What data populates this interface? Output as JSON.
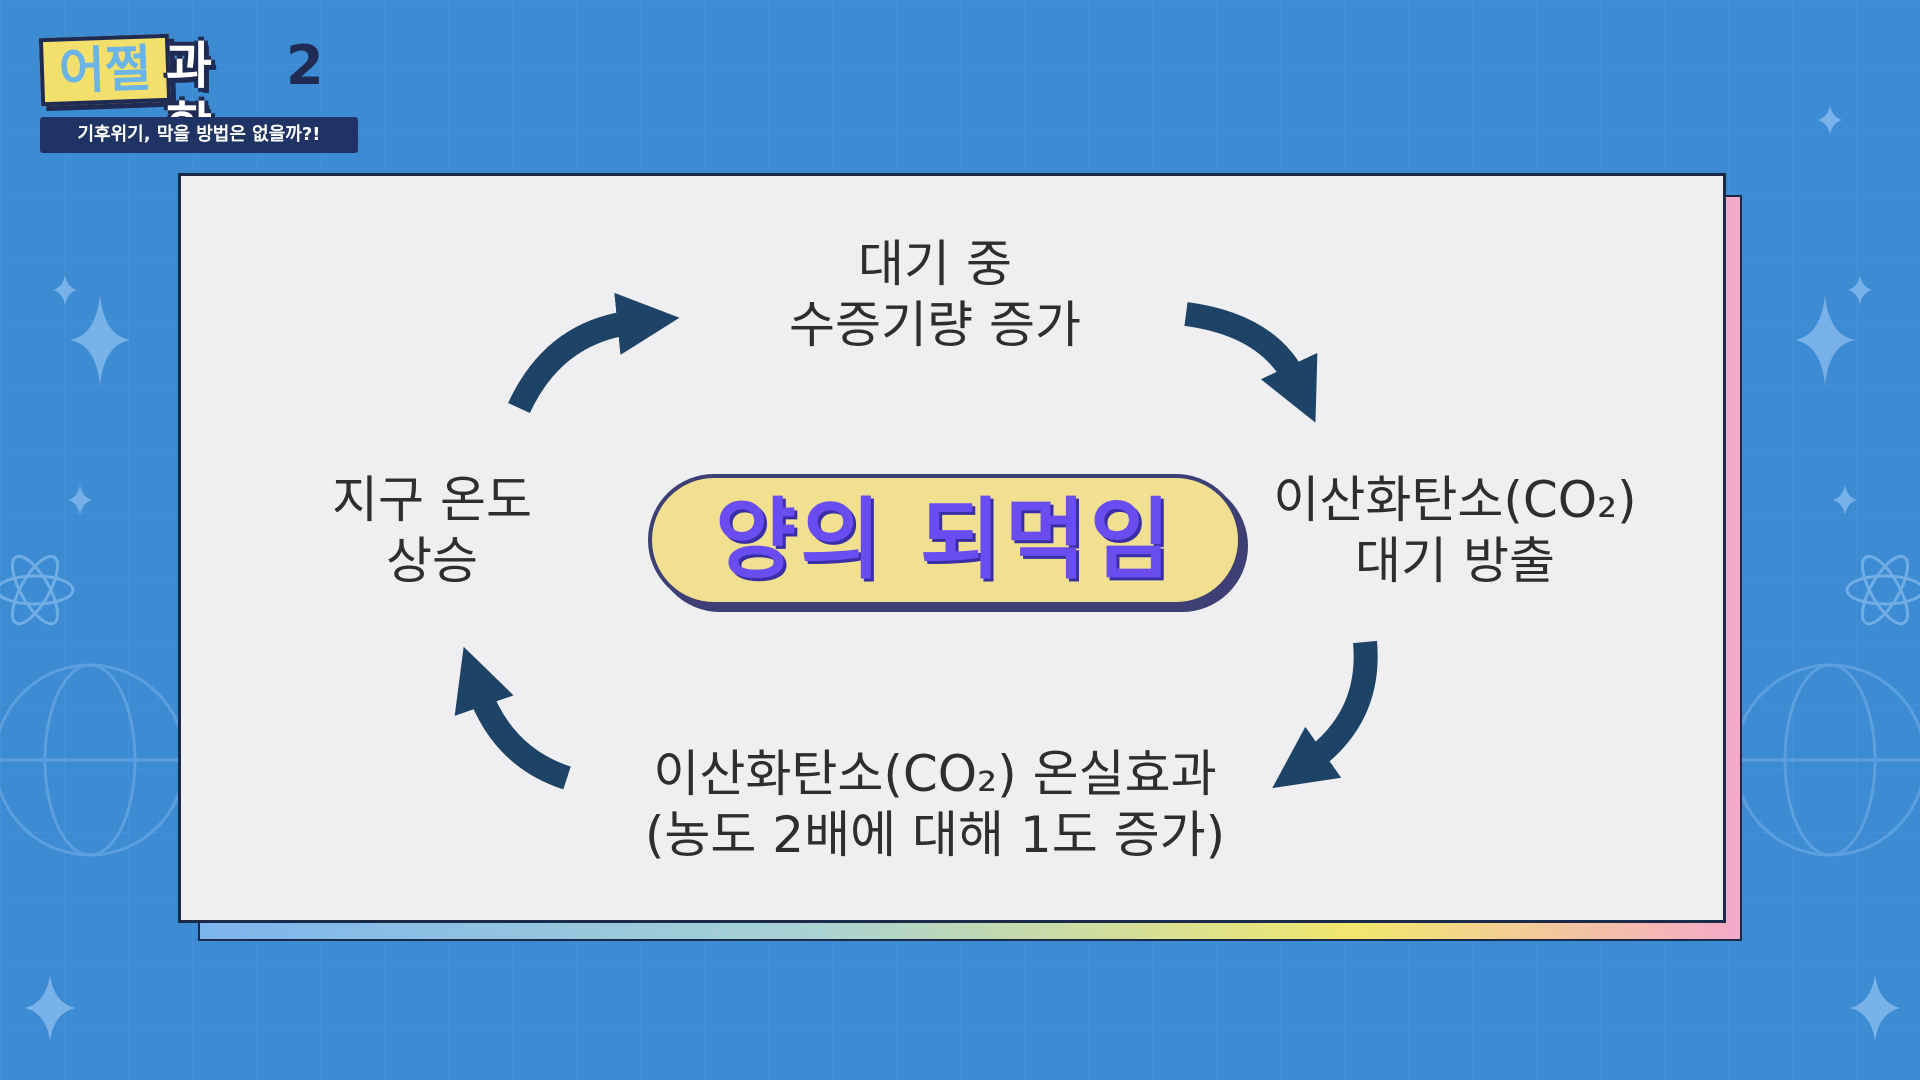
{
  "logo": {
    "part1": "어쩔",
    "part2": "과학",
    "part3": "2"
  },
  "subtitle": "기후위기, 막을 방법은 없을까?!",
  "diagram": {
    "center": "양의 되먹임",
    "top": [
      "대기 중",
      "수증기량 증가"
    ],
    "right": [
      "이산화탄소(CO₂)",
      "대기 방출"
    ],
    "bottom": [
      "이산화탄소(CO₂) 온실효과",
      "(농도 2배에 대해 1도 증가)"
    ],
    "left": [
      "지구 온도",
      "상승"
    ]
  },
  "colors": {
    "background": "#3d8bd3",
    "arrow": "#1d4466",
    "center_fill": "#f0e08f",
    "center_text": "#6a4df0"
  }
}
